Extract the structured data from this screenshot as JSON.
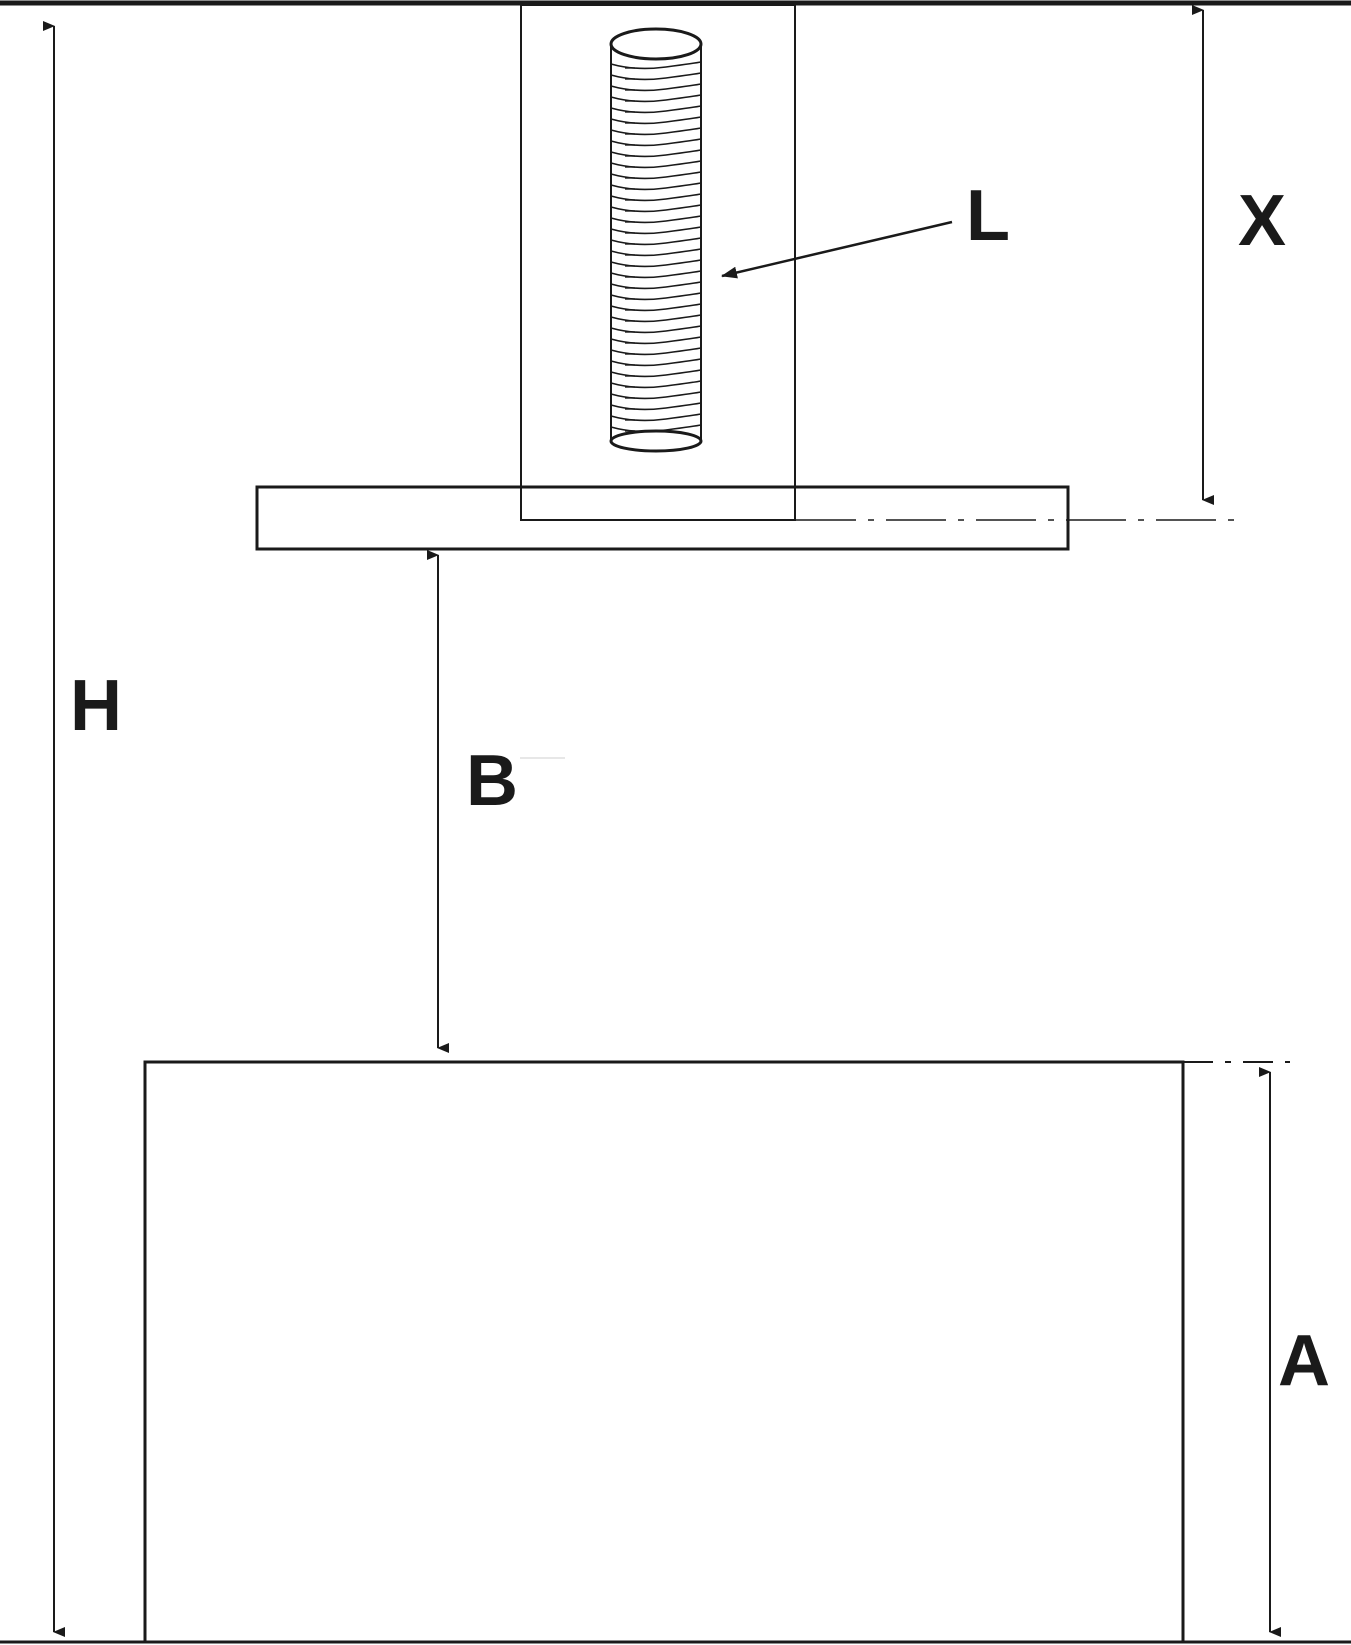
{
  "labels": {
    "height_total": "H",
    "gap_to_hob": "B",
    "hob_height": "A",
    "chimney_extension": "X",
    "chimney_label": "L"
  },
  "colors": {
    "line": "#1a1a1a",
    "background": "#ffffff"
  }
}
